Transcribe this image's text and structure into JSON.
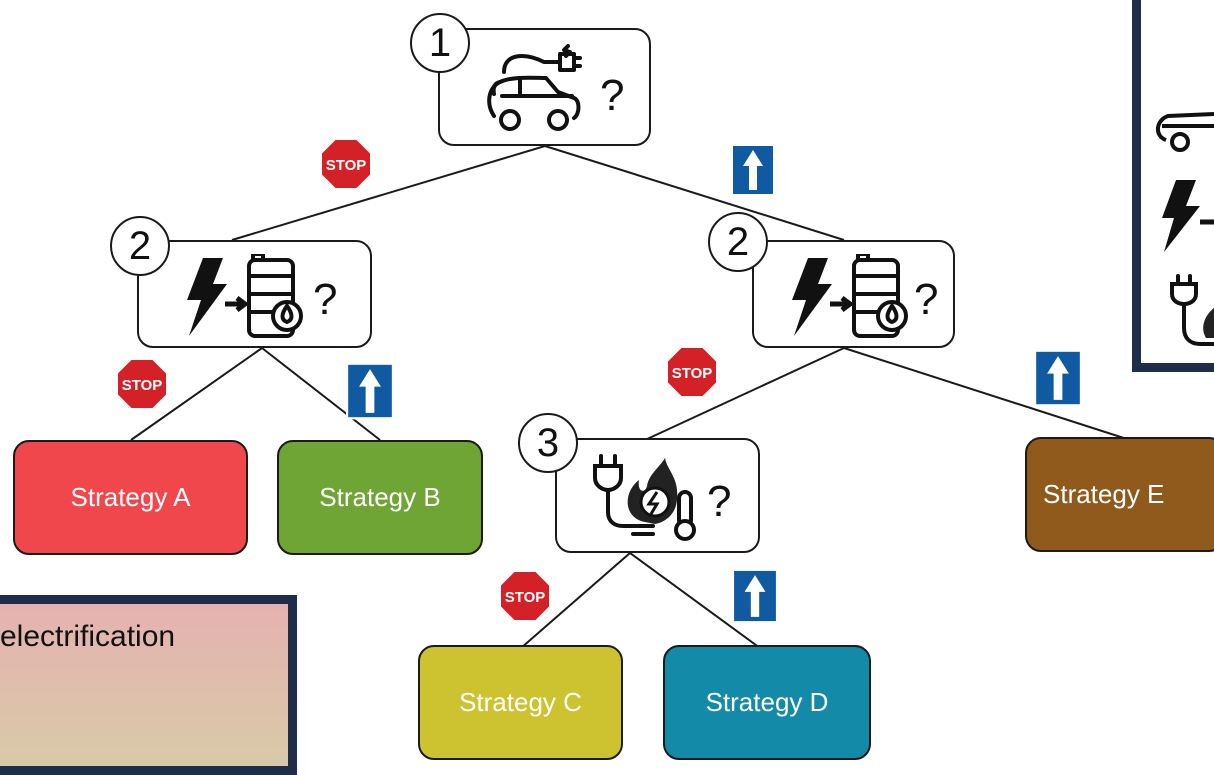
{
  "decision_nodes": [
    {
      "number": "1",
      "icon": "electric-car-icon",
      "question": "?"
    },
    {
      "number": "2",
      "icon": "power-to-fuel-icon",
      "question": "?"
    },
    {
      "number": "2",
      "icon": "power-to-fuel-icon",
      "question": "?"
    },
    {
      "number": "3",
      "icon": "electric-heat-icon",
      "question": "?"
    }
  ],
  "strategies": [
    {
      "label": "Strategy A",
      "color": "#f0474c"
    },
    {
      "label": "Strategy B",
      "color": "#6fa535"
    },
    {
      "label": "Strategy C",
      "color": "#cdc22f"
    },
    {
      "label": "Strategy D",
      "color": "#138aa8"
    },
    {
      "label": "Strategy E",
      "color": "#8f5a1b"
    }
  ],
  "signs": {
    "stop_text": "STOP",
    "stop_color": "#d42027",
    "go_color": "#0f5aa0"
  },
  "legend_left": {
    "text": "electrification",
    "gradient_top": "#e5b2b0",
    "gradient_bottom": "#d8caa8",
    "border_color": "#1e2d4a"
  },
  "legend_right": {
    "icons": [
      "electric-car-icon",
      "power-to-fuel-icon",
      "electric-heat-icon"
    ],
    "border_color": "#1e2d4a"
  }
}
